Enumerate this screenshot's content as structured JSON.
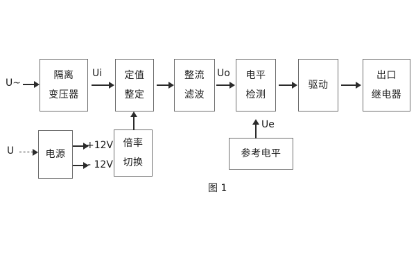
{
  "figure": {
    "caption": "图 1",
    "colors": {
      "block_border": "#6b6b6b",
      "connector": "#2b2b2b",
      "text": "#1a1a1a",
      "background": "#ffffff"
    }
  },
  "blocks": {
    "isolation_transformer": {
      "line1": "隔离",
      "line2": "变压器"
    },
    "setting_value": {
      "line1": "定值",
      "line2": "整定"
    },
    "rectifier_filter": {
      "line1": "整流",
      "line2": "滤波"
    },
    "level_detection": {
      "line1": "电平",
      "line2": "检测"
    },
    "drive": {
      "line1": "驱动"
    },
    "output_relay": {
      "line1": "出口",
      "line2": "继电器"
    },
    "power_supply": {
      "line1": "电源"
    },
    "multiplier_switch": {
      "line1": "倍率",
      "line2": "切换"
    },
    "reference_level": {
      "line1": "参考电平"
    }
  },
  "signals": {
    "input_ac": "U~",
    "input_power": "U",
    "ui": "Ui",
    "uo": "Uo",
    "ue": "Ue",
    "rail_positive": "+12V",
    "rail_negative": "- 12V"
  }
}
